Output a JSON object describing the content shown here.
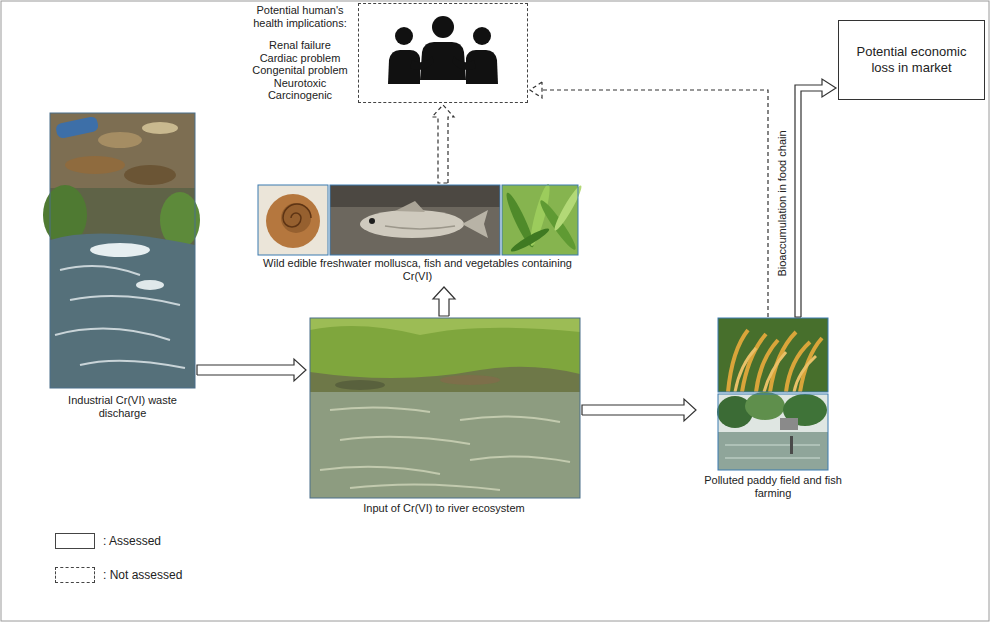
{
  "diagram": {
    "nodes": [
      {
        "text": [
          "Potential human's health implications:",
          "Renal failure",
          "Cardiac problem",
          "Congenital problem",
          "Neurotoxic",
          "Carcinogenic"
        ]
      },
      {
        "text": [
          "Potential economic loss in market"
        ]
      },
      {
        "text": [
          "Industrial Cr(VI) waste discharge"
        ]
      },
      {
        "text": [
          "Wild edible freshwater mollusca, fish and vegetables containing Cr(VI)"
        ]
      },
      {
        "text": [
          "Input of Cr(VI) to river ecosystem"
        ]
      },
      {
        "text": [
          "Polluted paddy field and fish farming"
        ]
      }
    ],
    "edges": [
      {
        "from": 2,
        "to": 4,
        "arrow": "to"
      },
      {
        "from": 4,
        "to": 3,
        "arrow": "to"
      },
      {
        "from": 4,
        "to": 5,
        "arrow": "to"
      },
      {
        "from": 3,
        "to": 0,
        "arrow": "to"
      },
      {
        "from": 5,
        "to": 0,
        "arrow": "to"
      },
      {
        "from": 5,
        "to": 1,
        "label": "Bioaccumulation in food chain",
        "arrow": "to"
      }
    ],
    "legend": [
      {
        "text": ": Assessed"
      },
      {
        "text": ": Not assessed"
      }
    ]
  }
}
